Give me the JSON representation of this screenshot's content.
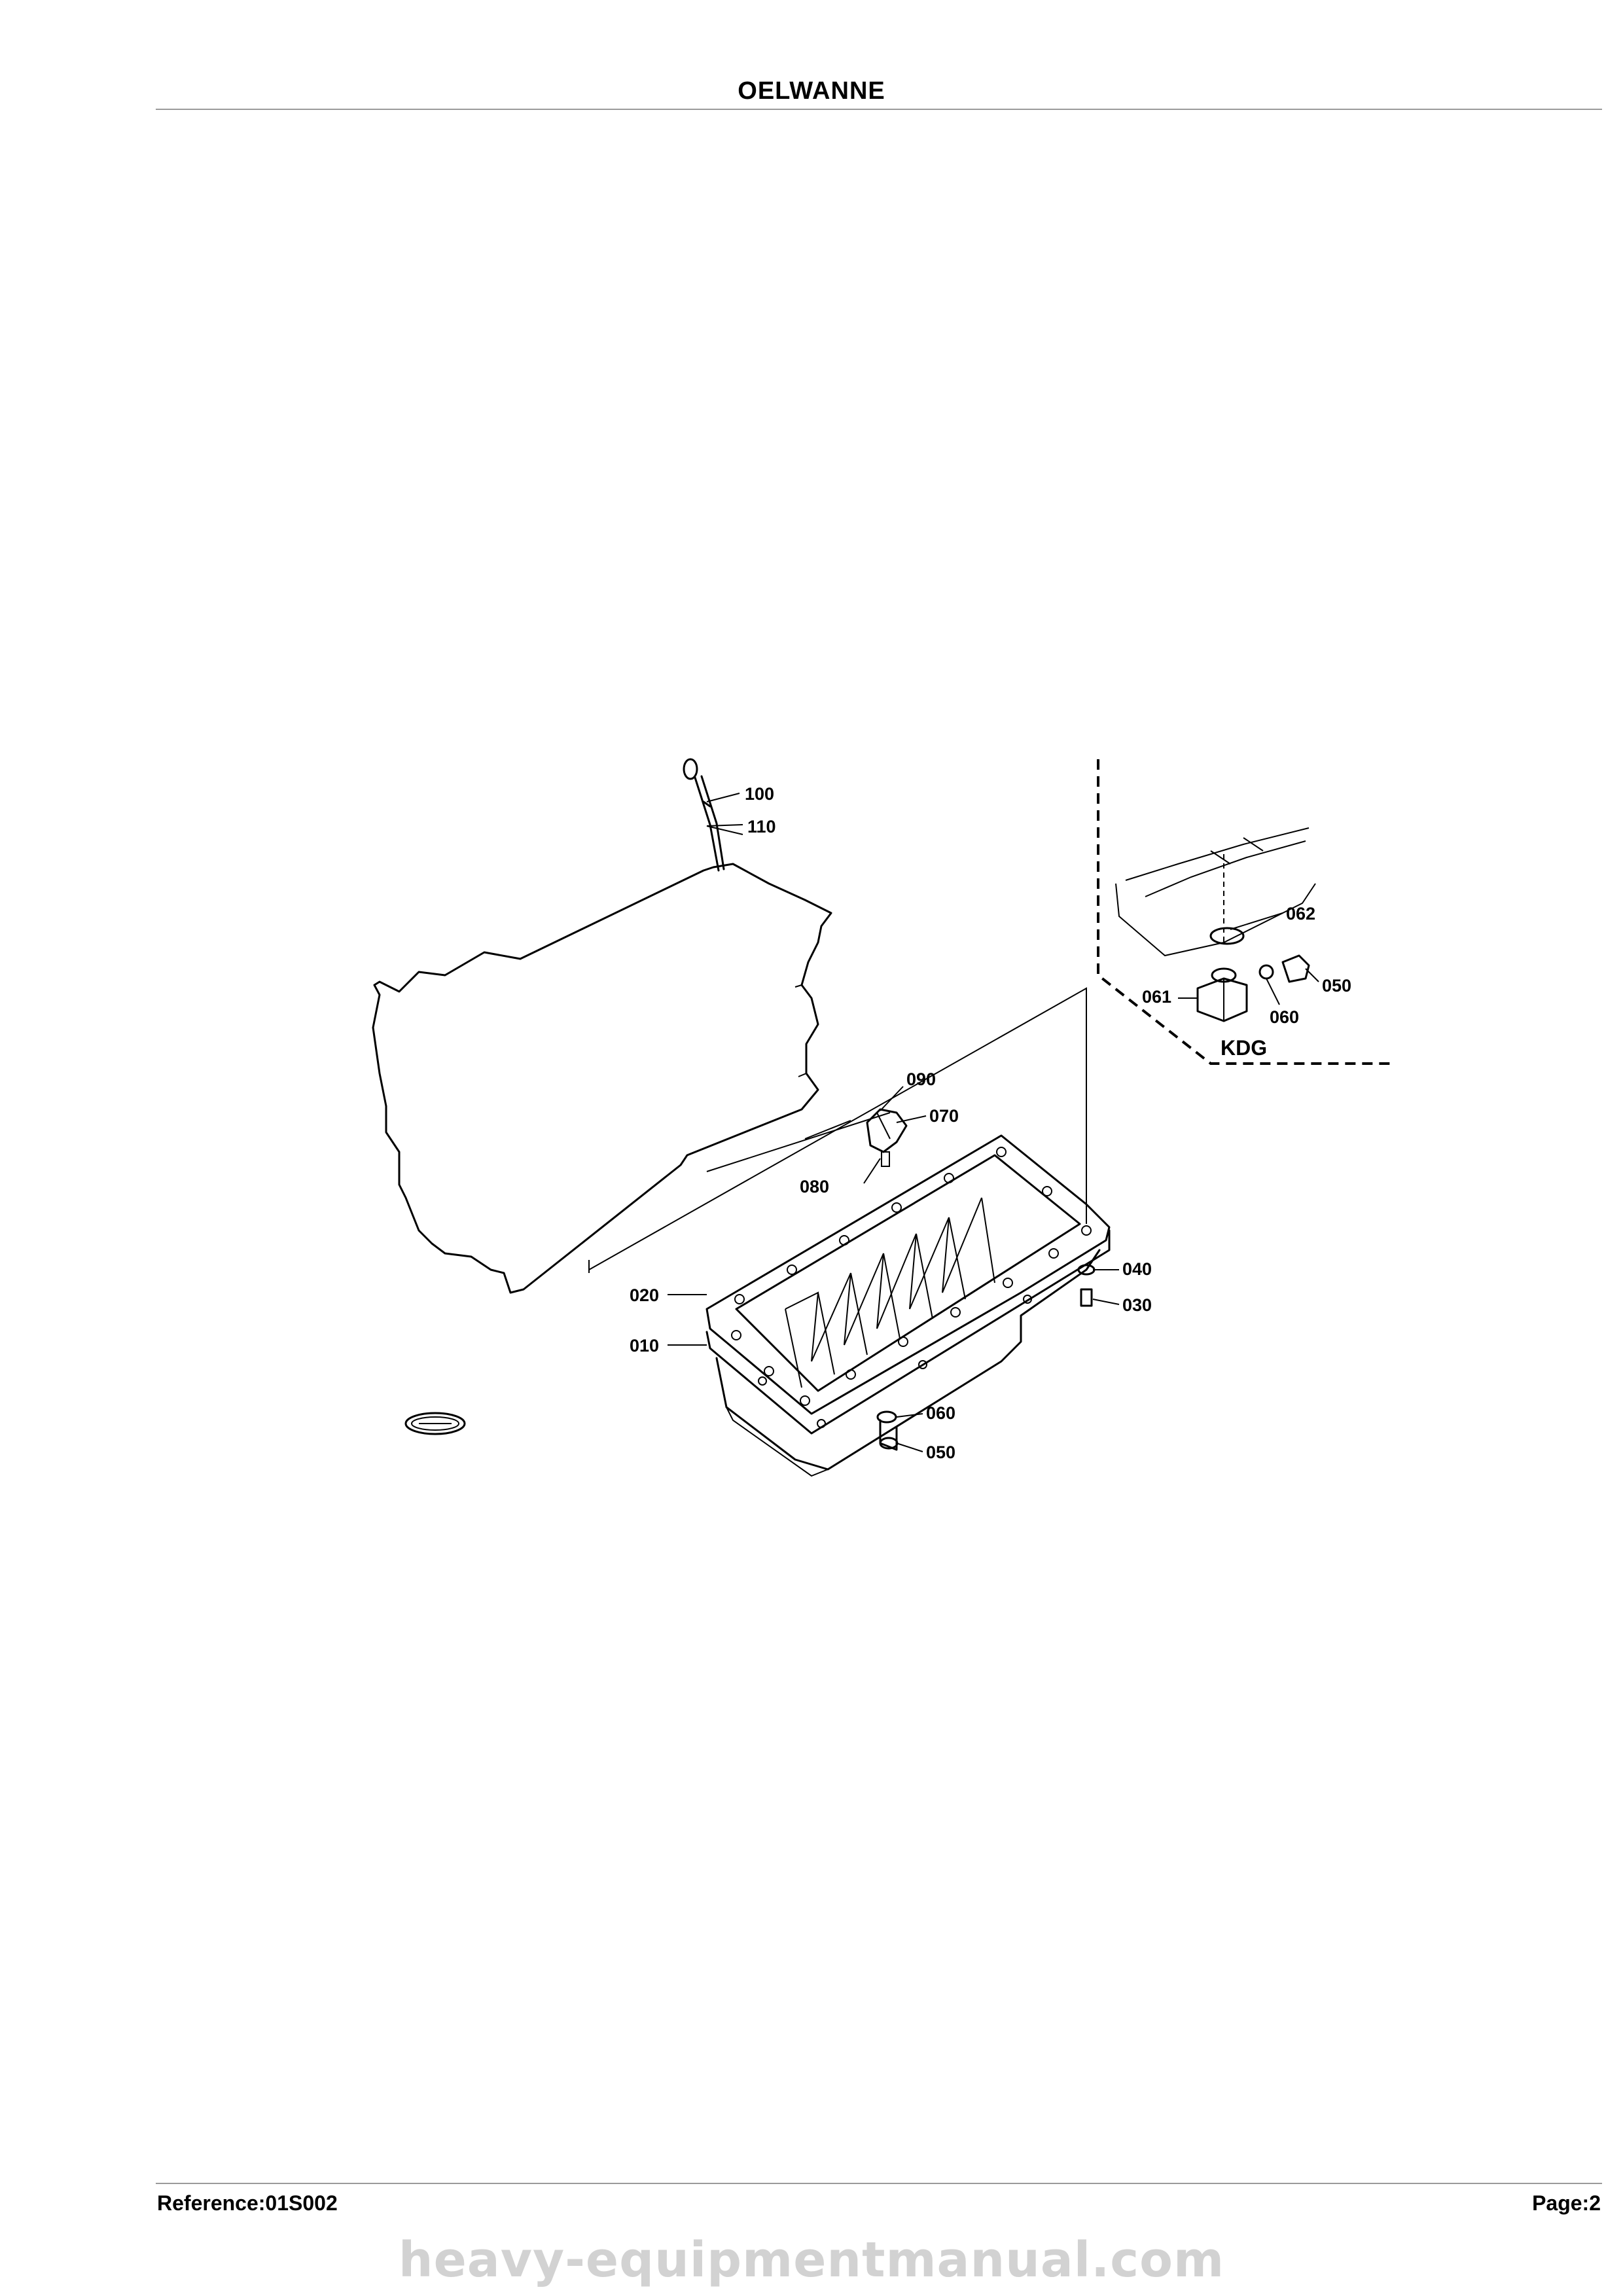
{
  "header": {
    "title": "OELWANNE"
  },
  "diagram": {
    "callouts": {
      "p100": "100",
      "p110": "110",
      "p062": "062",
      "p061": "061",
      "p060_detail": "060",
      "p050_detail": "050",
      "kdg": "KDG",
      "p090": "090",
      "p070": "070",
      "p080": "080",
      "p040": "040",
      "p030": "030",
      "p020": "020",
      "p010": "010",
      "p060": "060",
      "p050": "050"
    }
  },
  "footer": {
    "reference": "Reference:01S002",
    "page": "Page:2"
  },
  "watermark": "heavy-equipmentmanual.com"
}
